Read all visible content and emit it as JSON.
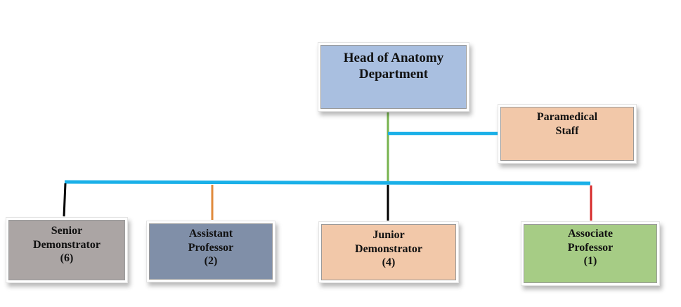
{
  "colors": {
    "head_fill": "#a9bfe0",
    "paramedical_fill": "#f2c8a9",
    "senior_fill": "#aba5a4",
    "assistant_fill": "#808fa8",
    "junior_fill": "#f2c8a9",
    "associate_fill": "#a6cc85",
    "bus_line": "#1ab0e8",
    "head_stem": "#77b34e",
    "senior_stem": "#000000",
    "assistant_stem": "#e08a3c",
    "junior_stem": "#000000",
    "associate_stem": "#d62a2a"
  },
  "nodes": {
    "head": {
      "line1": "Head of Anatomy",
      "line2": "Department"
    },
    "paramedical": {
      "line1": "Paramedical",
      "line2": "Staff"
    },
    "senior_demonstrator": {
      "line1": "Senior",
      "line2": "Demonstrator",
      "count": "(6)"
    },
    "assistant_professor": {
      "line1": "Assistant",
      "line2": "Professor",
      "count": "(2)"
    },
    "junior_demonstrator": {
      "line1": "Junior",
      "line2": "Demonstrator",
      "count": "(4)"
    },
    "associate_professor": {
      "line1": "Associate",
      "line2": "Professor",
      "count": "(1)"
    }
  }
}
